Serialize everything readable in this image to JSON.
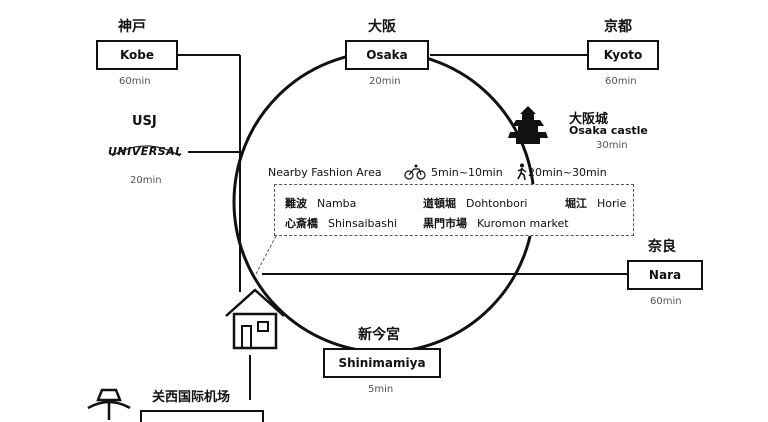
{
  "stations": {
    "kobe": {
      "jp": "神戸",
      "en": "Kobe",
      "time": "60min"
    },
    "osaka": {
      "jp": "大阪",
      "en": "Osaka",
      "time": "20min"
    },
    "kyoto": {
      "jp": "京都",
      "en": "Kyoto",
      "time": "60min"
    },
    "usj": {
      "jp": "USJ",
      "logo": "UNIVERSAL",
      "time": "20min"
    },
    "castle": {
      "jp": "大阪城",
      "en": "Osaka castle",
      "time": "30min"
    },
    "nara": {
      "jp": "奈良",
      "en": "Nara",
      "time": "60min"
    },
    "shinimamiya": {
      "jp": "新今宮",
      "en": "Shinimamiya",
      "time": "5min"
    },
    "kansai": {
      "jp": "关西国际机场"
    }
  },
  "fashion": {
    "title": "Nearby Fashion Area",
    "bike_time": "5min~10min",
    "walk_time": "20min~30min",
    "items": [
      {
        "jp": "難波",
        "en": "Namba"
      },
      {
        "jp": "道頓堀",
        "en": "Dohtonbori"
      },
      {
        "jp": "堀江",
        "en": "Horie"
      },
      {
        "jp": "心斎橋",
        "en": "Shinsaibashi"
      },
      {
        "jp": "黒門市場",
        "en": "Kuromon market"
      }
    ]
  },
  "icons": [
    "house-icon",
    "castle-icon",
    "bicycle-icon",
    "walking-person-icon",
    "airport-tower-icon"
  ],
  "colors": {
    "line": "#111111",
    "text_secondary": "#555555"
  }
}
